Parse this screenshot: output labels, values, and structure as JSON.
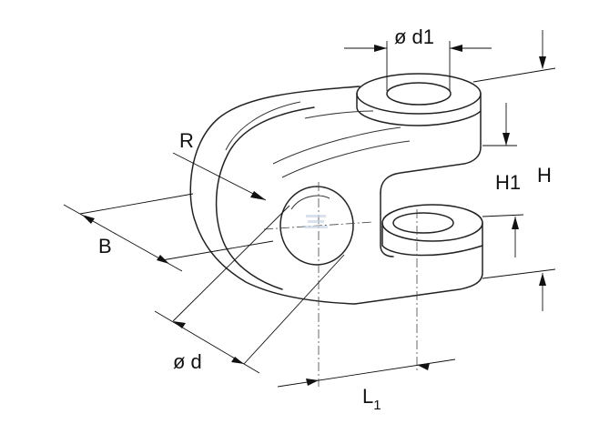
{
  "labels": {
    "d1": "ø d1",
    "r": "R",
    "h1": "H1",
    "h": "H",
    "b": "B",
    "d": "ø d",
    "l1_main": "L",
    "l1_sub": "1"
  },
  "colors": {
    "line": "#222222",
    "background": "#ffffff",
    "watermark": "#c9d6e4"
  }
}
